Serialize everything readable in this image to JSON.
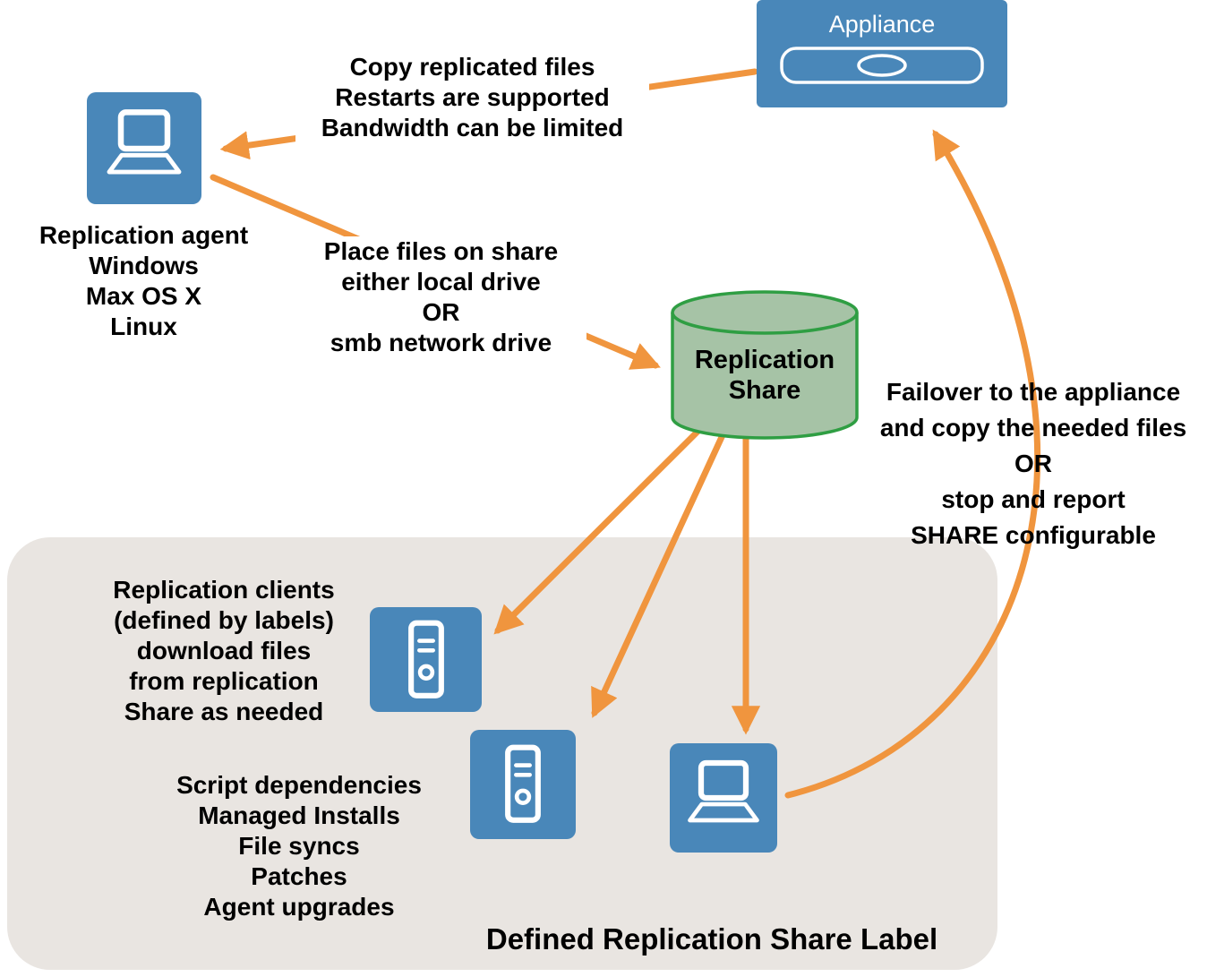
{
  "diagram": {
    "appliance": {
      "label": "Appliance"
    },
    "agent": {
      "label": "Replication agent\nWindows\nMax OS X\nLinux"
    },
    "share": {
      "label": "Replication\nShare"
    },
    "group_label": "Defined Replication Share Label",
    "annotations": {
      "copy_files": "Copy replicated files\nRestarts are supported\nBandwidth can be limited",
      "place_files": "Place files on share\neither local drive\nOR\nsmb network drive",
      "failover": "Failover to the appliance\nand copy the needed files\nOR\nstop and report\nSHARE configurable",
      "clients": "Replication clients\n(defined by labels)\ndownload files\nfrom replication\nShare as needed",
      "script_deps": "Script dependencies\nManaged Installs\nFile syncs\nPatches\nAgent upgrades"
    },
    "icons": {
      "appliance": "appliance-server-icon",
      "agent": "laptop-icon",
      "client1": "server-tower-icon",
      "client2": "server-tower-icon",
      "client3": "laptop-icon"
    },
    "colors": {
      "node_blue": "#4987b9",
      "arrow_orange": "#f0953e",
      "share_fill": "#a6c3a6",
      "share_stroke": "#2f9e43",
      "group_bg": "#e9e5e1"
    }
  }
}
